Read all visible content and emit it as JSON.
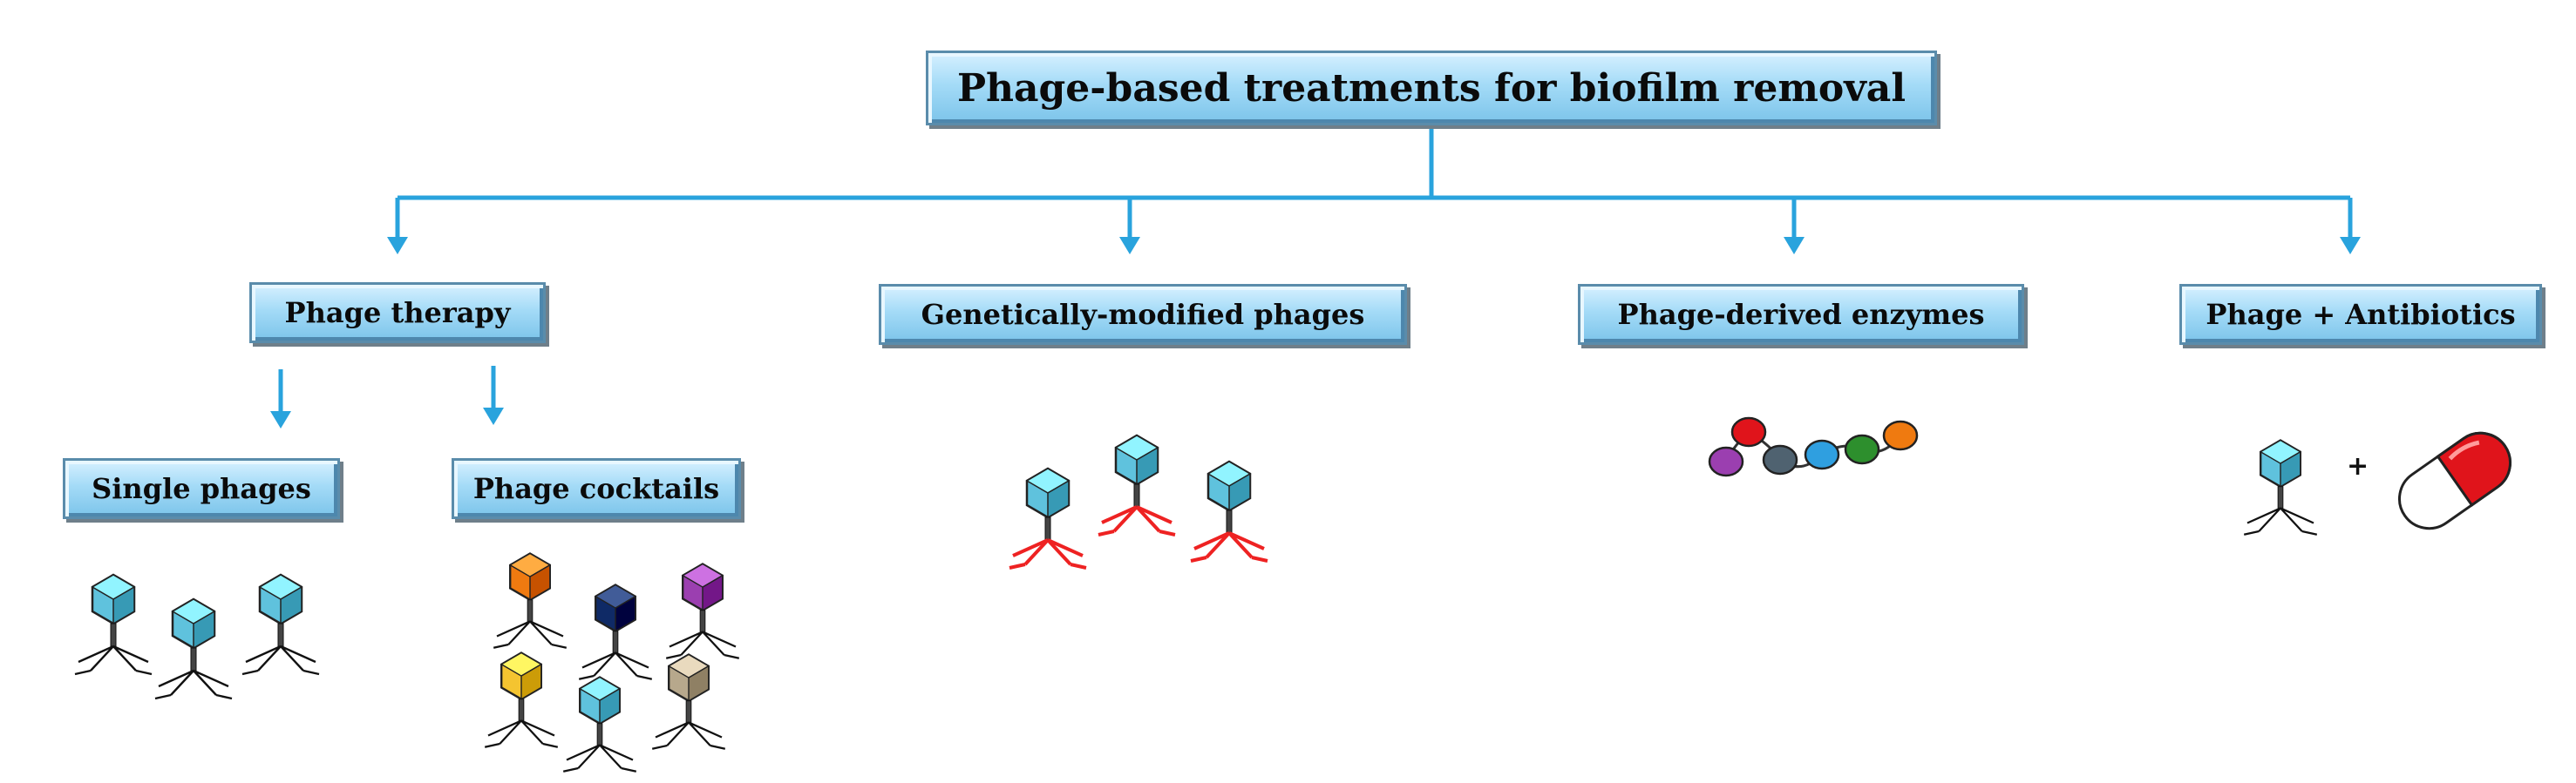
{
  "title": "Phage-based treatments for biofilm removal",
  "branches": {
    "phage_therapy": {
      "label": "Phage therapy",
      "children": {
        "single_phages": "Single phages",
        "phage_cocktails": "Phage cocktails"
      }
    },
    "genetically_modified": "Genetically-modified phages",
    "phage_derived_enzymes": "Phage-derived enzymes",
    "phage_antibiotics": "Phage + Antibiotics"
  },
  "plus_sign": "+",
  "colors": {
    "connector": "#29a3dd",
    "box_fill": "#a4dbf7",
    "box_border": "#5a8cab",
    "phage_head": "#5fc2dd",
    "gm_legs": "#ee2222",
    "cocktail_heads": [
      "#ef7a10",
      "#0f2a66",
      "#9b3fb0",
      "#f4c430",
      "#5fc2dd",
      "#b7a88c"
    ],
    "enzyme_beads": [
      "#e0141b",
      "#9b3fb0",
      "#4f6270",
      "#2f9fe0",
      "#2d8f2d",
      "#ef7a10"
    ],
    "capsule": [
      "#e0141b",
      "#ffffff"
    ]
  },
  "icons": {
    "phage": "bacteriophage-icon",
    "enzyme": "enzyme-chain-icon",
    "antibiotic": "capsule-icon"
  }
}
